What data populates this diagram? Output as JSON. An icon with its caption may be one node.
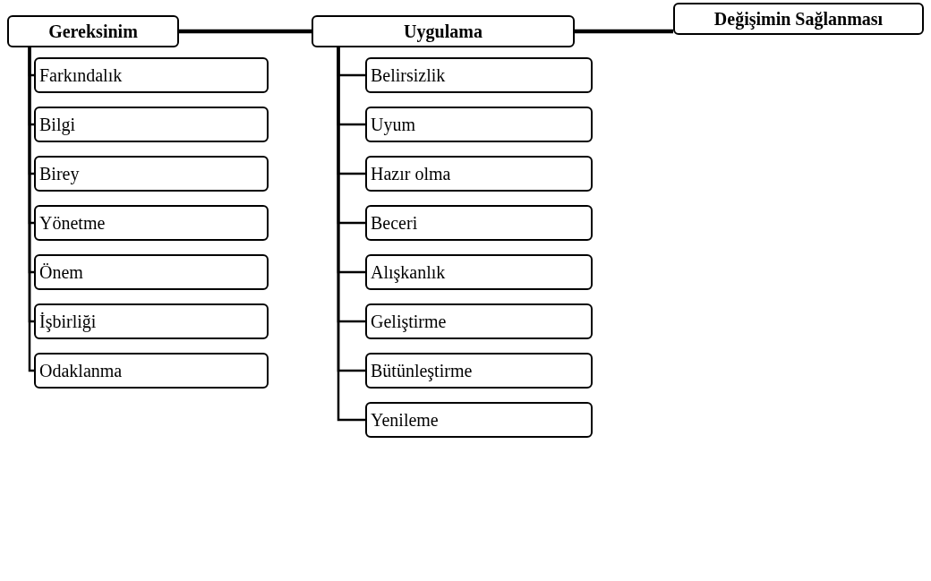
{
  "diagram": {
    "nodes": [
      {
        "text": [
          "Gereksinim"
        ]
      },
      {
        "text": [
          "Uygulama"
        ]
      },
      {
        "text": [
          "Değişimin Sağlanması"
        ]
      },
      {
        "text": [
          "Farkındalık"
        ]
      },
      {
        "text": [
          "Bilgi"
        ]
      },
      {
        "text": [
          "Birey"
        ]
      },
      {
        "text": [
          "Yönetme"
        ]
      },
      {
        "text": [
          "Önem"
        ]
      },
      {
        "text": [
          "İşbirliği"
        ]
      },
      {
        "text": [
          "Odaklanma"
        ]
      },
      {
        "text": [
          "Belirsizlik"
        ]
      },
      {
        "text": [
          "Uyum"
        ]
      },
      {
        "text": [
          "Hazır olma"
        ]
      },
      {
        "text": [
          "Beceri"
        ]
      },
      {
        "text": [
          "Alışkanlık"
        ]
      },
      {
        "text": [
          "Geliştirme"
        ]
      },
      {
        "text": [
          "Bütünleştirme"
        ]
      },
      {
        "text": [
          "Yenileme"
        ]
      }
    ],
    "edges": [
      {
        "from": 0,
        "to": 1,
        "arrow": "none",
        "style": "thick"
      },
      {
        "from": 1,
        "to": 2,
        "arrow": "none",
        "style": "thick"
      },
      {
        "from": 0,
        "to": 3,
        "arrow": "none"
      },
      {
        "from": 0,
        "to": 4,
        "arrow": "none"
      },
      {
        "from": 0,
        "to": 5,
        "arrow": "none"
      },
      {
        "from": 0,
        "to": 6,
        "arrow": "none"
      },
      {
        "from": 0,
        "to": 7,
        "arrow": "none"
      },
      {
        "from": 0,
        "to": 8,
        "arrow": "none"
      },
      {
        "from": 0,
        "to": 9,
        "arrow": "none"
      },
      {
        "from": 1,
        "to": 10,
        "arrow": "none"
      },
      {
        "from": 1,
        "to": 11,
        "arrow": "none"
      },
      {
        "from": 1,
        "to": 12,
        "arrow": "none"
      },
      {
        "from": 1,
        "to": 13,
        "arrow": "none"
      },
      {
        "from": 1,
        "to": 14,
        "arrow": "none"
      },
      {
        "from": 1,
        "to": 15,
        "arrow": "none"
      },
      {
        "from": 1,
        "to": 16,
        "arrow": "none"
      },
      {
        "from": 1,
        "to": 17,
        "arrow": "none"
      }
    ]
  }
}
